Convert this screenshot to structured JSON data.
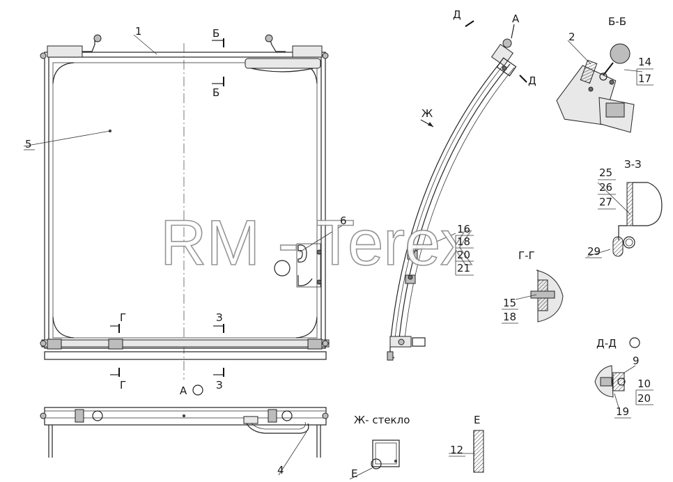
{
  "callouts": {
    "c1": "1",
    "c2": "2",
    "c4": "4",
    "c5": "5",
    "c6": "6",
    "c9": "9",
    "c10": "10",
    "c12": "12",
    "c14": "14",
    "c15": "15",
    "c16": "16",
    "c17": "17",
    "c18a": "18",
    "c18b": "18",
    "c19": "19",
    "c20a": "20",
    "c20b": "20",
    "c21": "21",
    "c25": "25",
    "c26": "26",
    "c27": "27",
    "c29": "29"
  },
  "section_marks": {
    "b_top": "Б",
    "b_bottom": "Б",
    "d_top": "Д",
    "d_right": "Д",
    "a_top": "А",
    "a_bottom": "А",
    "zh_arrow": "Ж",
    "g_left_top": "Г",
    "g_left_bottom": "Г",
    "z_top": "З",
    "z_bottom": "З"
  },
  "view_titles": {
    "bb": "Б-Б",
    "zz": "З-З",
    "gg": "Г-Г",
    "dd": "Д-Д",
    "zh_glass": "Ж- стекло",
    "e_view": "Е",
    "e_ref": "Е"
  },
  "watermark": "RM - Terex"
}
